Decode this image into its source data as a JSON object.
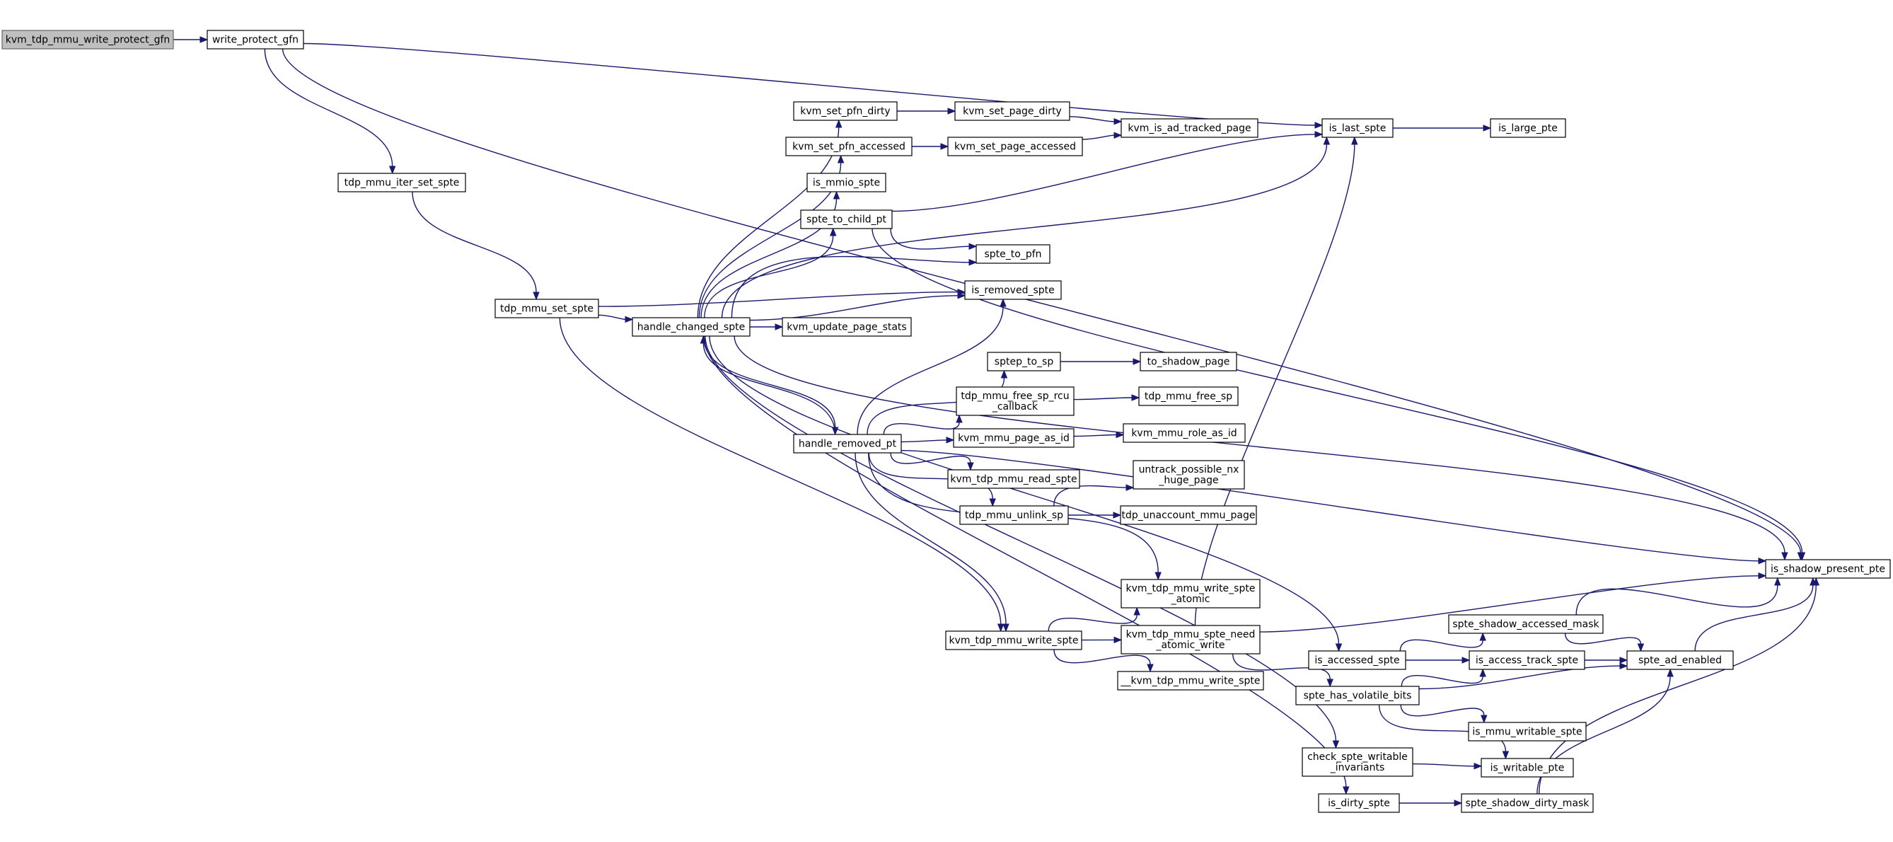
{
  "diagram": {
    "type": "call-graph",
    "colors": {
      "edge": "#191970",
      "node_border": "#000000",
      "root_fill": "#bfbfbf",
      "node_fill": "#ffffff"
    },
    "nodes": [
      {
        "id": "root",
        "lines": [
          "kvm_tdp_mmu_write_protect_gfn"
        ],
        "root": true
      },
      {
        "id": "wpg",
        "lines": [
          "write_protect_gfn"
        ]
      },
      {
        "id": "iterset",
        "lines": [
          "tdp_mmu_iter_set_spte"
        ]
      },
      {
        "id": "setspte",
        "lines": [
          "tdp_mmu_set_spte"
        ]
      },
      {
        "id": "hcs",
        "lines": [
          "handle_changed_spte"
        ]
      },
      {
        "id": "hrp",
        "lines": [
          "handle_removed_pt"
        ]
      },
      {
        "id": "pfndirty",
        "lines": [
          "kvm_set_pfn_dirty"
        ]
      },
      {
        "id": "pfnacc",
        "lines": [
          "kvm_set_pfn_accessed"
        ]
      },
      {
        "id": "mmio",
        "lines": [
          "is_mmio_spte"
        ]
      },
      {
        "id": "s2cpt",
        "lines": [
          "spte_to_child_pt"
        ]
      },
      {
        "id": "s2pfn",
        "lines": [
          "spte_to_pfn"
        ]
      },
      {
        "id": "isremoved",
        "lines": [
          "is_removed_spte"
        ]
      },
      {
        "id": "updstats",
        "lines": [
          "kvm_update_page_stats"
        ]
      },
      {
        "id": "pagedirty",
        "lines": [
          "kvm_set_page_dirty"
        ]
      },
      {
        "id": "pageacc",
        "lines": [
          "kvm_set_page_accessed"
        ]
      },
      {
        "id": "adtracked",
        "lines": [
          "kvm_is_ad_tracked_page"
        ]
      },
      {
        "id": "islast",
        "lines": [
          "is_last_spte"
        ]
      },
      {
        "id": "islarge",
        "lines": [
          "is_large_pte"
        ]
      },
      {
        "id": "sptep2sp",
        "lines": [
          "sptep_to_sp"
        ]
      },
      {
        "id": "toshadow",
        "lines": [
          "to_shadow_page"
        ]
      },
      {
        "id": "freercu",
        "lines": [
          "tdp_mmu_free_sp_rcu",
          "_callback"
        ]
      },
      {
        "id": "freesp",
        "lines": [
          "tdp_mmu_free_sp"
        ]
      },
      {
        "id": "pageasid",
        "lines": [
          "kvm_mmu_page_as_id"
        ]
      },
      {
        "id": "roleasid",
        "lines": [
          "kvm_mmu_role_as_id"
        ]
      },
      {
        "id": "readspte",
        "lines": [
          "kvm_tdp_mmu_read_spte"
        ]
      },
      {
        "id": "unlink",
        "lines": [
          "tdp_mmu_unlink_sp"
        ]
      },
      {
        "id": "untrack",
        "lines": [
          "untrack_possible_nx",
          "_huge_page"
        ]
      },
      {
        "id": "unaccount",
        "lines": [
          "tdp_unaccount_mmu_page"
        ]
      },
      {
        "id": "wratomic",
        "lines": [
          "kvm_tdp_mmu_write_spte",
          "_atomic"
        ]
      },
      {
        "id": "writespte",
        "lines": [
          "kvm_tdp_mmu_write_spte"
        ]
      },
      {
        "id": "needatomic",
        "lines": [
          "kvm_tdp_mmu_spte_need",
          "_atomic_write"
        ]
      },
      {
        "id": "uuwrite",
        "lines": [
          "__kvm_tdp_mmu_write_spte"
        ]
      },
      {
        "id": "shadowpresent",
        "lines": [
          "is_shadow_present_pte"
        ]
      },
      {
        "id": "accmask",
        "lines": [
          "spte_shadow_accessed_mask"
        ]
      },
      {
        "id": "isaccessed",
        "lines": [
          "is_accessed_spte"
        ]
      },
      {
        "id": "acctrack",
        "lines": [
          "is_access_track_spte"
        ]
      },
      {
        "id": "adenabled",
        "lines": [
          "spte_ad_enabled"
        ]
      },
      {
        "id": "volatile",
        "lines": [
          "spte_has_volatile_bits"
        ]
      },
      {
        "id": "mmuwritable",
        "lines": [
          "is_mmu_writable_spte"
        ]
      },
      {
        "id": "checkwr",
        "lines": [
          "check_spte_writable",
          "_invariants"
        ]
      },
      {
        "id": "iswritable",
        "lines": [
          "is_writable_pte"
        ]
      },
      {
        "id": "isdirty",
        "lines": [
          "is_dirty_spte"
        ]
      },
      {
        "id": "dirtymask",
        "lines": [
          "spte_shadow_dirty_mask"
        ]
      }
    ],
    "edges": [
      [
        "root",
        "wpg"
      ],
      [
        "wpg",
        "shadowpresent"
      ],
      [
        "wpg",
        "islast"
      ],
      [
        "wpg",
        "iterset"
      ],
      [
        "iterset",
        "setspte"
      ],
      [
        "setspte",
        "hcs"
      ],
      [
        "setspte",
        "isremoved"
      ],
      [
        "setspte",
        "writespte"
      ],
      [
        "hcs",
        "pfndirty"
      ],
      [
        "hcs",
        "islast"
      ],
      [
        "hcs",
        "pfnacc"
      ],
      [
        "hcs",
        "mmio"
      ],
      [
        "hcs",
        "s2cpt"
      ],
      [
        "hcs",
        "s2pfn"
      ],
      [
        "hcs",
        "isremoved"
      ],
      [
        "hcs",
        "updstats"
      ],
      [
        "hcs",
        "shadowpresent"
      ],
      [
        "hcs",
        "hrp"
      ],
      [
        "hcs",
        "isaccessed"
      ],
      [
        "hcs",
        "checkwr"
      ],
      [
        "hcs",
        "isdirty"
      ],
      [
        "pfndirty",
        "pagedirty"
      ],
      [
        "pagedirty",
        "adtracked"
      ],
      [
        "pfnacc",
        "pageacc"
      ],
      [
        "pageacc",
        "adtracked"
      ],
      [
        "s2cpt",
        "islast"
      ],
      [
        "s2cpt",
        "s2pfn"
      ],
      [
        "s2cpt",
        "shadowpresent"
      ],
      [
        "islast",
        "islarge"
      ],
      [
        "hrp",
        "hcs"
      ],
      [
        "hrp",
        "isremoved"
      ],
      [
        "hrp",
        "sptep2sp"
      ],
      [
        "hrp",
        "freercu"
      ],
      [
        "hrp",
        "pageasid"
      ],
      [
        "hrp",
        "readspte"
      ],
      [
        "hrp",
        "unlink"
      ],
      [
        "hrp",
        "shadowpresent"
      ],
      [
        "hrp",
        "wratomic"
      ],
      [
        "hrp",
        "writespte"
      ],
      [
        "sptep2sp",
        "toshadow"
      ],
      [
        "freercu",
        "freesp"
      ],
      [
        "pageasid",
        "roleasid"
      ],
      [
        "unlink",
        "untrack"
      ],
      [
        "unlink",
        "unaccount"
      ],
      [
        "writespte",
        "wratomic"
      ],
      [
        "writespte",
        "needatomic"
      ],
      [
        "writespte",
        "uuwrite"
      ],
      [
        "needatomic",
        "islast"
      ],
      [
        "needatomic",
        "shadowpresent"
      ],
      [
        "needatomic",
        "volatile"
      ],
      [
        "accmask",
        "shadowpresent"
      ],
      [
        "accmask",
        "adenabled"
      ],
      [
        "isaccessed",
        "accmask"
      ],
      [
        "isaccessed",
        "acctrack"
      ],
      [
        "acctrack",
        "adenabled"
      ],
      [
        "adenabled",
        "shadowpresent"
      ],
      [
        "volatile",
        "acctrack"
      ],
      [
        "volatile",
        "adenabled"
      ],
      [
        "volatile",
        "mmuwritable"
      ],
      [
        "volatile",
        "iswritable"
      ],
      [
        "checkwr",
        "iswritable"
      ],
      [
        "isdirty",
        "dirtymask"
      ],
      [
        "dirtymask",
        "adenabled"
      ],
      [
        "dirtymask",
        "shadowpresent"
      ]
    ]
  }
}
